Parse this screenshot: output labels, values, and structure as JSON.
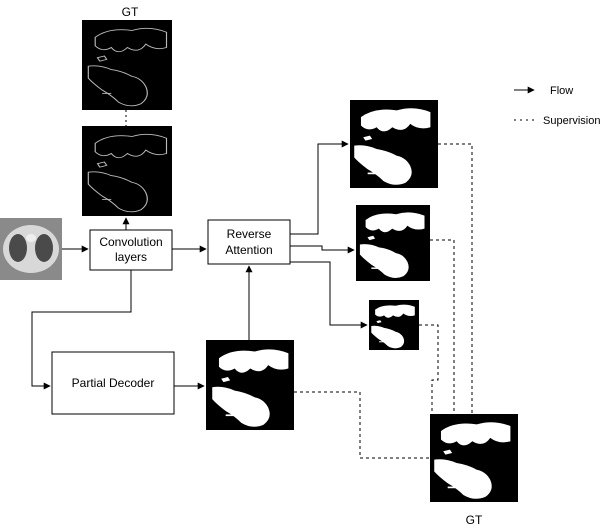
{
  "nodes": {
    "conv": {
      "line1": "Convolution",
      "line2": "layers"
    },
    "ra": {
      "line1": "Reverse",
      "line2": "Attention"
    },
    "pd": {
      "label": "Partial Decoder"
    }
  },
  "labels": {
    "gt_top": "GT",
    "gt_bottom": "GT"
  },
  "legend": {
    "flow": "Flow",
    "supervision": "Supervision"
  },
  "colors": {
    "line": "#000000",
    "mask_bg": "#000000",
    "mask_fg": "#ffffff",
    "ct_bg": "#8a8a8a"
  }
}
